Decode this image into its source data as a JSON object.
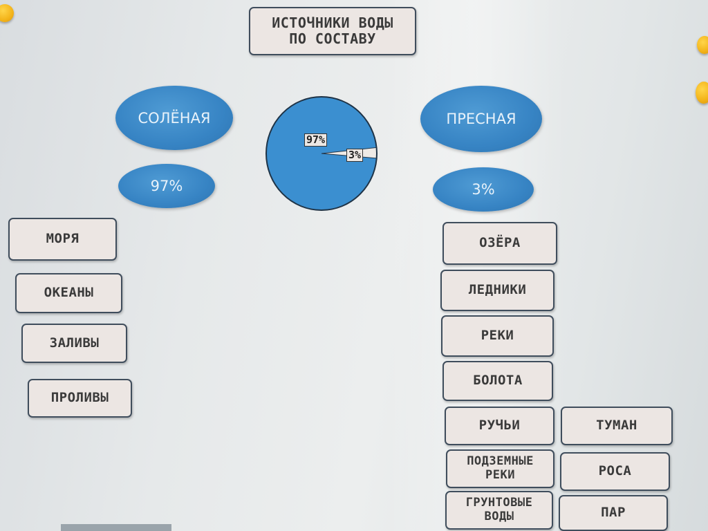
{
  "title": {
    "line1": "ИСТОЧНИКИ ВОДЫ",
    "line2": "ПО СОСТАВУ"
  },
  "salt": {
    "label": "СОЛЁНАЯ",
    "percent": "97%"
  },
  "fresh": {
    "label": "ПРЕСНАЯ",
    "percent": "3%"
  },
  "pie": {
    "big_label": "97%",
    "small_label": "3%",
    "salt_share": 97,
    "fresh_share": 3,
    "colors": {
      "salt": "#3b8fd0",
      "fresh": "#eeeae6",
      "edge": "#1f3346"
    }
  },
  "salt_cards": [
    "МОРЯ",
    "ОКЕАНЫ",
    "ЗАЛИВЫ",
    "ПРОЛИВЫ"
  ],
  "fresh_cards": [
    "ОЗЁРА",
    "ЛЕДНИКИ",
    "РЕКИ",
    "БОЛОТА",
    "РУЧЬИ",
    "ПОДЗЕМНЫЕ\nРЕКИ",
    "ГРУНТОВЫЕ\nВОДЫ"
  ],
  "vapor_cards": [
    "ТУМАН",
    "РОСА",
    "ПАР"
  ]
}
